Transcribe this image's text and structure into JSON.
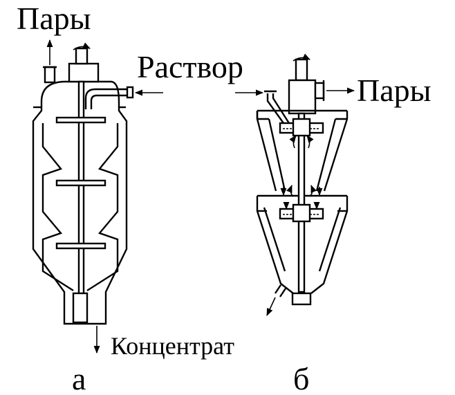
{
  "labels": {
    "vapors_a": "Пары",
    "solution": "Раствор",
    "vapors_b": "Пары",
    "concentrate": "Концентрат",
    "caption_a": "а",
    "caption_b": "б"
  }
}
